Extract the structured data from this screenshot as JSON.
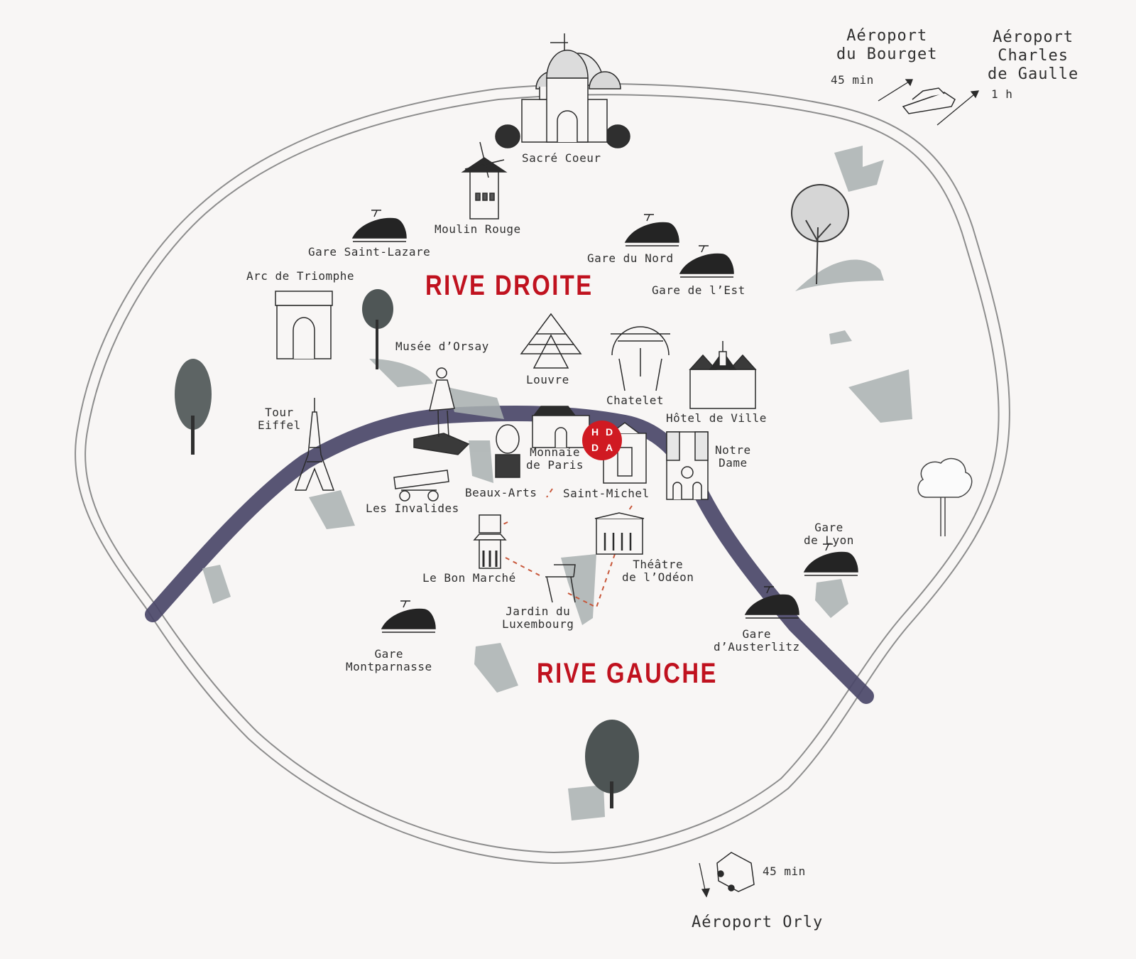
{
  "map": {
    "districts": {
      "rive_droite": "RIVE DROITE",
      "rive_gauche": "RIVE GAUCHE"
    },
    "logo": {
      "letters": [
        "H",
        "D",
        "D",
        "A"
      ],
      "color": "#d01a22"
    },
    "colors": {
      "background": "#f8f6f5",
      "river": "#4a4668",
      "district_label": "#c0121f",
      "ring_road": "#8a8a8a",
      "greenery": "#9aa3a3",
      "route_dashes": "#c8573a"
    },
    "landmarks": [
      {
        "id": "sacre-coeur",
        "label": "Sacré Coeur"
      },
      {
        "id": "moulin-rouge",
        "label": "Moulin Rouge"
      },
      {
        "id": "gare-saint-lazare",
        "label": "Gare Saint-Lazare"
      },
      {
        "id": "gare-du-nord",
        "label": "Gare du Nord"
      },
      {
        "id": "gare-de-l-est",
        "label": "Gare de l’Est"
      },
      {
        "id": "arc-de-triomphe",
        "label": "Arc de Triomphe"
      },
      {
        "id": "musee-d-orsay",
        "label": "Musée d’Orsay"
      },
      {
        "id": "louvre",
        "label": "Louvre"
      },
      {
        "id": "chatelet",
        "label": "Chatelet"
      },
      {
        "id": "hotel-de-ville",
        "label": "Hôtel de Ville"
      },
      {
        "id": "tour-eiffel",
        "label": "Tour\nEiffel"
      },
      {
        "id": "monnaie-de-paris",
        "label": "Monnaie\nde Paris"
      },
      {
        "id": "notre-dame",
        "label": "Notre\nDame"
      },
      {
        "id": "beaux-arts",
        "label": "Beaux-Arts"
      },
      {
        "id": "saint-michel",
        "label": "Saint-Michel"
      },
      {
        "id": "les-invalides",
        "label": "Les Invalides"
      },
      {
        "id": "le-bon-marche",
        "label": "Le Bon Marché"
      },
      {
        "id": "theatre-de-l-odeon",
        "label": "Théâtre\nde l’Odéon"
      },
      {
        "id": "jardin-du-luxembourg",
        "label": "Jardin du\nLuxembourg"
      },
      {
        "id": "gare-de-lyon",
        "label": "Gare\nde Lyon"
      },
      {
        "id": "gare-d-austerlitz",
        "label": "Gare\nd’Austerlitz"
      },
      {
        "id": "gare-montparnasse",
        "label": "Gare\nMontparnasse"
      }
    ],
    "airports": [
      {
        "id": "le-bourget",
        "label": "Aéroport\ndu Bourget",
        "time": "45 min"
      },
      {
        "id": "cdg",
        "label": "Aéroport\nCharles\nde Gaulle",
        "time": "1 h"
      },
      {
        "id": "orly",
        "label": "Aéroport Orly",
        "time": "45 min"
      }
    ]
  }
}
